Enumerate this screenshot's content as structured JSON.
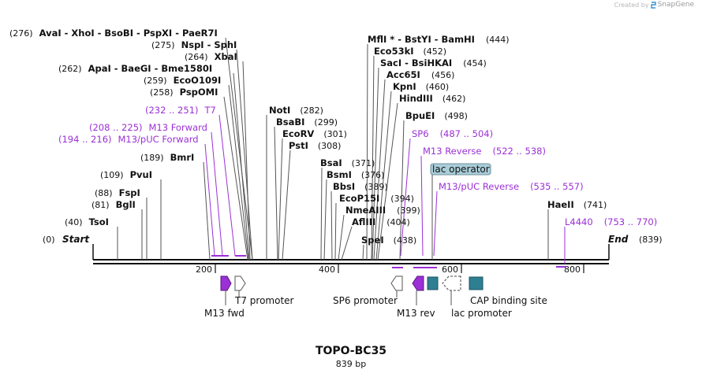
{
  "credit": {
    "text": "Created by",
    "brand": "SnapGene"
  },
  "title": "TOPO-BC35",
  "subtitle": "839 bp",
  "colors": {
    "primer": "#9b30d6",
    "feature_teal": "#2e7f91",
    "lac_operator_fill": "#a9cdd9",
    "backbone": "#111111"
  },
  "start_label": {
    "pos": "(0)",
    "name": "Start"
  },
  "end_label": {
    "pos": "(839)",
    "name": "End"
  },
  "ticks": [
    "200",
    "400",
    "600",
    "800"
  ],
  "enzymes": [
    {
      "id": "e0",
      "text": "AvaI  - XhoI  - BsoBI  - PspXI  - PaeR7I",
      "pos": "(276)"
    },
    {
      "id": "e1",
      "text": "NspI  - SphI",
      "pos": "(275)"
    },
    {
      "id": "e2",
      "text": "XbaI",
      "pos": "(264)"
    },
    {
      "id": "e3",
      "text": "ApaI  - BaeGI  - Bme1580I",
      "pos": "(262)"
    },
    {
      "id": "e4",
      "text": "EcoO109I",
      "pos": "(259)"
    },
    {
      "id": "e5",
      "text": "PspOMI",
      "pos": "(258)"
    },
    {
      "id": "e6",
      "text": "BmrI",
      "pos": "(189)"
    },
    {
      "id": "e7",
      "text": "PvuI",
      "pos": "(109)"
    },
    {
      "id": "e8",
      "text": "FspI",
      "pos": "(88)"
    },
    {
      "id": "e9",
      "text": "BglI",
      "pos": "(81)"
    },
    {
      "id": "e10",
      "text": "TsoI",
      "pos": "(40)"
    },
    {
      "id": "e11",
      "text": "NotI",
      "pos": "(282)"
    },
    {
      "id": "e12",
      "text": "BsaBI",
      "pos": "(299)"
    },
    {
      "id": "e13",
      "text": "EcoRV",
      "pos": "(301)"
    },
    {
      "id": "e14",
      "text": "PstI",
      "pos": "(308)"
    },
    {
      "id": "e15",
      "text": "BsaI",
      "pos": "(371)"
    },
    {
      "id": "e16",
      "text": "BsmI",
      "pos": "(376)"
    },
    {
      "id": "e17",
      "text": "BbsI",
      "pos": "(389)"
    },
    {
      "id": "e18",
      "text": "EcoP15I",
      "pos": "(394)"
    },
    {
      "id": "e19",
      "text": "NmeAIII",
      "pos": "(399)"
    },
    {
      "id": "e20",
      "text": "AflIII",
      "pos": "(404)"
    },
    {
      "id": "e21",
      "text": "SpeI",
      "pos": "(438)"
    },
    {
      "id": "e22",
      "text": "MflI * - BstYI  - BamHI",
      "pos": "(444)"
    },
    {
      "id": "e23",
      "text": "Eco53kI",
      "pos": "(452)"
    },
    {
      "id": "e24",
      "text": "SacI  - BsiHKAI",
      "pos": "(454)"
    },
    {
      "id": "e25",
      "text": "Acc65I",
      "pos": "(456)"
    },
    {
      "id": "e26",
      "text": "KpnI",
      "pos": "(460)"
    },
    {
      "id": "e27",
      "text": "HindIII",
      "pos": "(462)"
    },
    {
      "id": "e28",
      "text": "BpuEI",
      "pos": "(498)"
    },
    {
      "id": "e29",
      "text": "HaeII",
      "pos": "(741)"
    }
  ],
  "primers": [
    {
      "id": "p0",
      "range": "(232 .. 251)",
      "name": "T7"
    },
    {
      "id": "p1",
      "range": "(208 .. 225)",
      "name": "M13 Forward"
    },
    {
      "id": "p2",
      "range": "(194 .. 216)",
      "name": "M13/pUC Forward"
    },
    {
      "id": "p3",
      "name": "SP6",
      "range": "(487 .. 504)"
    },
    {
      "id": "p4",
      "name": "M13 Reverse",
      "range": "(522 .. 538)"
    },
    {
      "id": "p5",
      "name": "M13/pUC Reverse",
      "range": "(535 .. 557)"
    },
    {
      "id": "p6",
      "name": "L4440",
      "range": "(753 .. 770)"
    }
  ],
  "features": [
    {
      "id": "f0",
      "name": "M13 fwd",
      "direction": "forward",
      "style": "primer-filled"
    },
    {
      "id": "f1",
      "name": "T7 promoter",
      "direction": "forward",
      "style": "outline"
    },
    {
      "id": "f2",
      "name": "SP6 promoter",
      "direction": "reverse",
      "style": "outline"
    },
    {
      "id": "f3",
      "name": "M13 rev",
      "direction": "reverse",
      "style": "primer-filled"
    },
    {
      "id": "f4",
      "name": "lac operator",
      "direction": "none",
      "style": "teal-box"
    },
    {
      "id": "f5",
      "name": "lac promoter",
      "direction": "reverse",
      "style": "dashed-outline"
    },
    {
      "id": "f6",
      "name": "CAP binding site",
      "direction": "none",
      "style": "teal-box"
    }
  ]
}
